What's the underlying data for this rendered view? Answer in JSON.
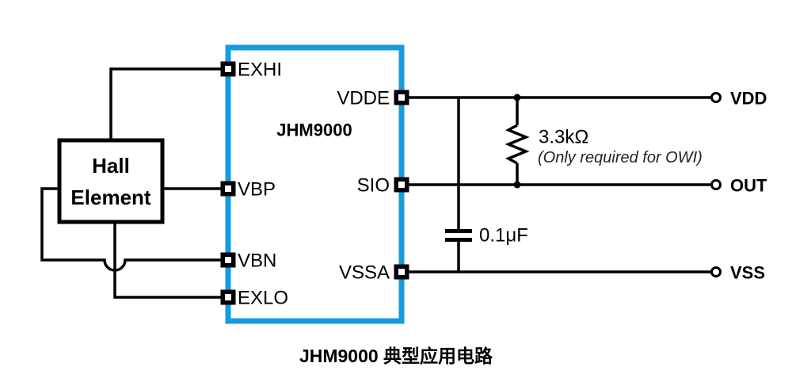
{
  "colors": {
    "ic_outline": "#149CE0",
    "wire": "#000000",
    "note_text": "#222222"
  },
  "hall_element": {
    "line1": "Hall",
    "line2": "Element"
  },
  "ic": {
    "name": "JHM9000",
    "pins": {
      "exhi": "EXHI",
      "vbp": "VBP",
      "vbn": "VBN",
      "exlo": "EXLO",
      "vdde": "VDDE",
      "sio": "SIO",
      "vssa": "VSSA"
    }
  },
  "components": {
    "resistor": {
      "value": "3.3kΩ",
      "note": "(Only required for OWI)"
    },
    "capacitor": {
      "value": "0.1μF"
    }
  },
  "terminals": {
    "vdd": "VDD",
    "out": "OUT",
    "vss": "VSS"
  },
  "caption": "JHM9000 典型应用电路"
}
